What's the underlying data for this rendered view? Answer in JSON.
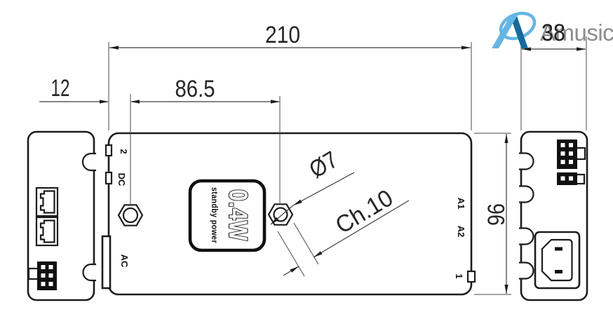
{
  "drawing": {
    "dim_width": "210",
    "dim_offset": "12",
    "dim_nut_spacing": "86.5",
    "dim_depth": "38",
    "dim_height": "96",
    "dim_hole_diameter": "Ø7",
    "dim_chamfer": "Ch.10",
    "label_port2": "2",
    "label_dc": "DC",
    "label_ac": "AC",
    "label_a1": "A1",
    "label_a2": "A2",
    "label_port1": "1",
    "badge_wattage": "0.4W",
    "badge_caption": "standby power"
  },
  "logo": {
    "text": "Amusic",
    "colors": {
      "light_blue": "#66b6e2",
      "dark_blue": "#176b9c",
      "gray_text": "#8d8d8d"
    }
  },
  "colors": {
    "line": "#1c1c1c",
    "dim_line": "#3c3c3c"
  }
}
